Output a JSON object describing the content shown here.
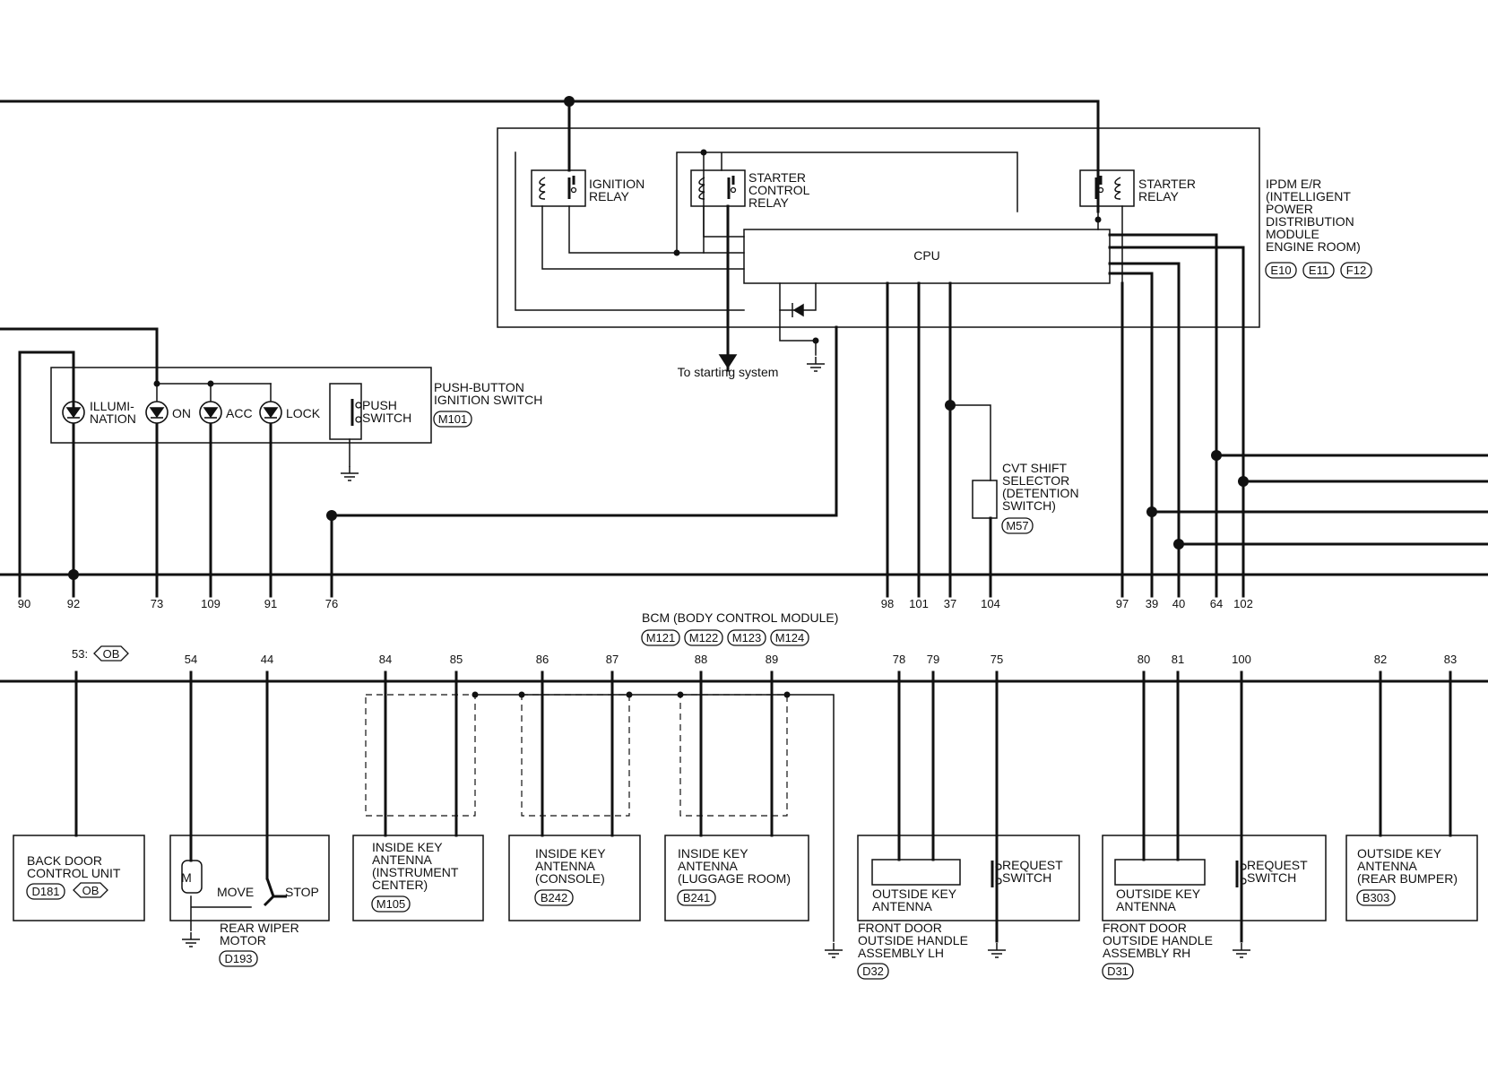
{
  "labels": {
    "ignition_relay": [
      "IGNITION",
      "RELAY"
    ],
    "starter_control_relay": [
      "STARTER",
      "CONTROL",
      "RELAY"
    ],
    "starter_relay": [
      "STARTER",
      "RELAY"
    ],
    "cpu": "CPU",
    "ipdm": [
      "IPDM E/R",
      "(INTELLIGENT",
      "POWER",
      "DISTRIBUTION",
      "MODULE",
      "ENGINE ROOM)"
    ],
    "ipdm_connectors": [
      "E10",
      "E11",
      "F12"
    ],
    "to_starting_system": "To starting system",
    "illumination": [
      "ILLUMI-",
      "NATION"
    ],
    "on": "ON",
    "acc": "ACC",
    "lock": "LOCK",
    "push_switch": [
      "PUSH",
      "SWITCH"
    ],
    "push_button_ignition_switch": [
      "PUSH-BUTTON",
      "IGNITION SWITCH"
    ],
    "push_button_connector": "M101",
    "cvt_shift_selector": [
      "CVT SHIFT",
      "SELECTOR",
      "(DETENTION",
      "SWITCH)"
    ],
    "cvt_connector": "M57",
    "bcm": "BCM (BODY CONTROL MODULE)",
    "bcm_connectors": [
      "M121",
      "M122",
      "M123",
      "M124"
    ],
    "bcm_pin_53_prefix": "53",
    "ob_tag": "OB",
    "back_door_control_unit": [
      "BACK DOOR",
      "CONTROL UNIT"
    ],
    "back_door_connector": "D181",
    "move": "MOVE",
    "stop": "STOP",
    "m_symbol": "M",
    "rear_wiper_motor": [
      "REAR WIPER",
      "MOTOR"
    ],
    "rear_wiper_connector": "D193",
    "inside_key_antenna_instrument": [
      "INSIDE KEY",
      "ANTENNA",
      "(INSTRUMENT",
      "CENTER)"
    ],
    "instrument_connector": "M105",
    "inside_key_antenna_console": [
      "INSIDE KEY",
      "ANTENNA",
      "(CONSOLE)"
    ],
    "console_connector": "B242",
    "inside_key_antenna_luggage": [
      "INSIDE KEY",
      "ANTENNA",
      "(LUGGAGE ROOM)"
    ],
    "luggage_connector": "B241",
    "outside_key_antenna": [
      "OUTSIDE KEY",
      "ANTENNA"
    ],
    "request_switch": [
      "REQUEST",
      "SWITCH"
    ],
    "front_door_lh": [
      "FRONT DOOR",
      "OUTSIDE HANDLE",
      "ASSEMBLY LH"
    ],
    "lh_connector": "D32",
    "front_door_rh": [
      "FRONT DOOR",
      "OUTSIDE HANDLE",
      "ASSEMBLY RH"
    ],
    "rh_connector": "D31",
    "outside_key_antenna_rear": [
      "OUTSIDE KEY",
      "ANTENNA",
      "(REAR BUMPER)"
    ],
    "rear_bumper_connector": "B303"
  },
  "bcm_top_pins": [
    "90",
    "92",
    "73",
    "109",
    "91",
    "76",
    "98",
    "101",
    "37",
    "104",
    "97",
    "39",
    "40",
    "64",
    "102"
  ],
  "bcm_bottom_pins": [
    "54",
    "44",
    "84",
    "85",
    "86",
    "87",
    "88",
    "89",
    "78",
    "79",
    "75",
    "80",
    "81",
    "100",
    "82",
    "83"
  ]
}
